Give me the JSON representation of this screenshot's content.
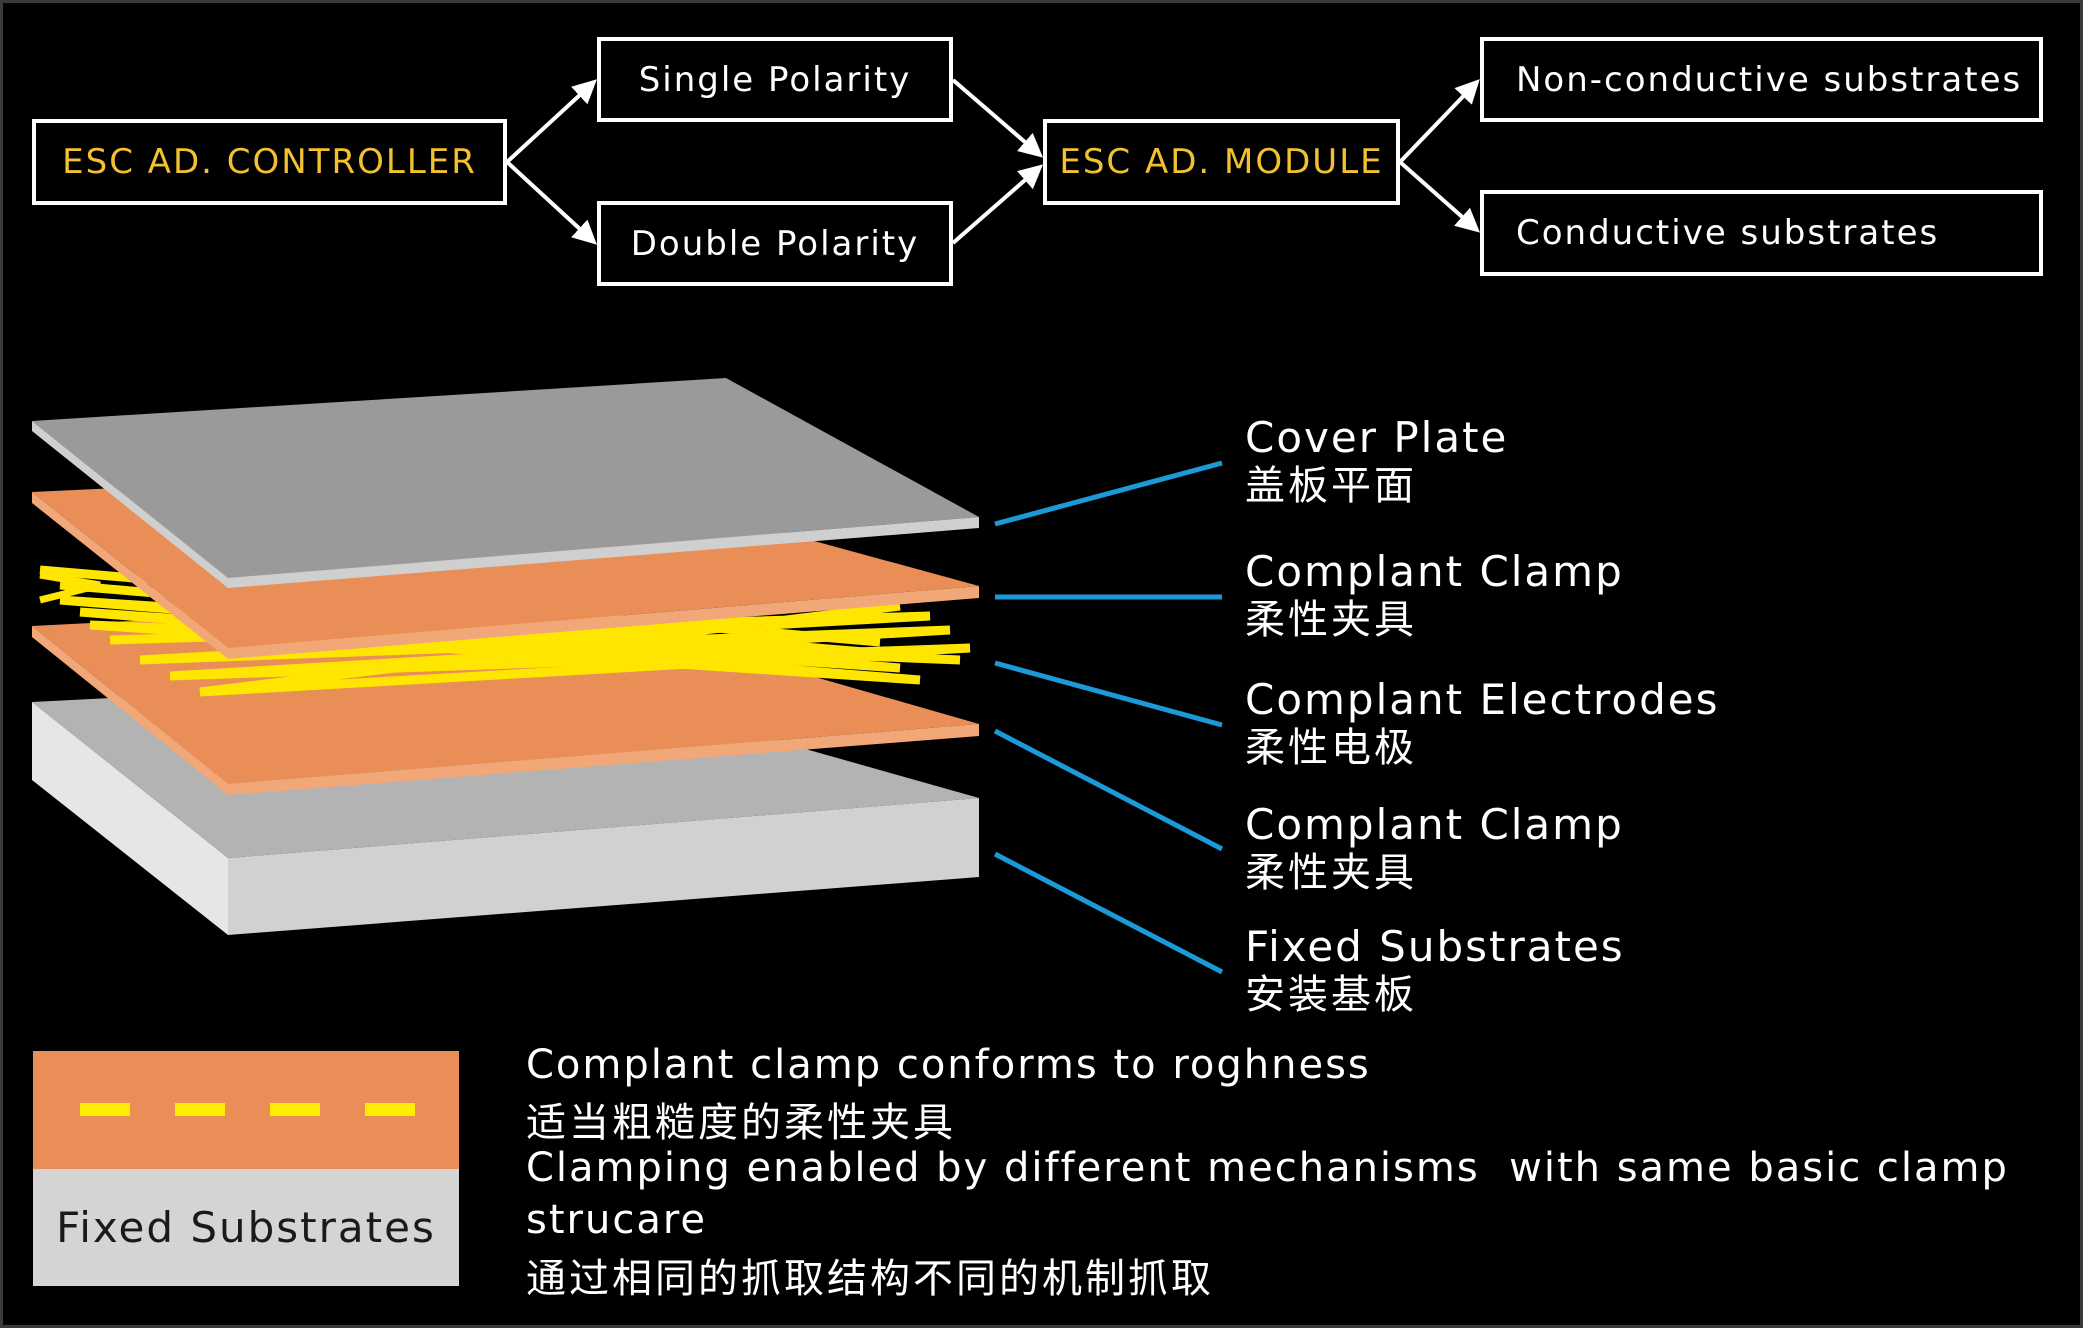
{
  "flow": {
    "controller": "ESC AD. CONTROLLER",
    "single_polarity": "Single Polarity",
    "double_polarity": "Double Polarity",
    "module": "ESC AD. MODULE",
    "non_conductive": "Non-conductive substrates",
    "conductive": "Conductive substrates"
  },
  "layers": [
    {
      "en": "Cover Plate",
      "zh": "盖板平面"
    },
    {
      "en": "Complant Clamp",
      "zh": "柔性夹具"
    },
    {
      "en": "Complant Electrodes",
      "zh": "柔性电极"
    },
    {
      "en": "Complant Clamp",
      "zh": "柔性夹具"
    },
    {
      "en": "Fixed Substrates",
      "zh": "安装基板"
    }
  ],
  "legend": {
    "substrate_label": "Fixed Substrates",
    "line1_en": "Complant clamp conforms to roghness",
    "line1_zh": "适当粗糙度的柔性夹具",
    "line2_en": "Clamping enabled by different mechanisms  with same basic clamp",
    "line2_en_cont": "strucare",
    "line2_zh": "通过相同的抓取结构不同的机制抓取"
  },
  "colors": {
    "accent_yellow": "#f2c12e",
    "leader_blue": "#1a9bd7",
    "clamp_orange": "#e98e57",
    "electrode_yellow": "#ffe600",
    "plate_gray": "#9a9a9a"
  }
}
